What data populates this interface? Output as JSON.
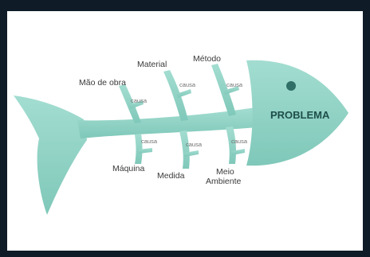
{
  "diagram": {
    "problem": "PROBLEMA",
    "categories": {
      "mao_de_obra": "Mão de obra",
      "material": "Material",
      "metodo": "Método",
      "maquina": "Máquina",
      "medida": "Medida",
      "meio_ambiente_line1": "Meio",
      "meio_ambiente_line2": "Ambiente"
    },
    "cause_label": "causa"
  },
  "colors": {
    "fish": "#8ed3c5",
    "text": "#3a3a3a"
  }
}
